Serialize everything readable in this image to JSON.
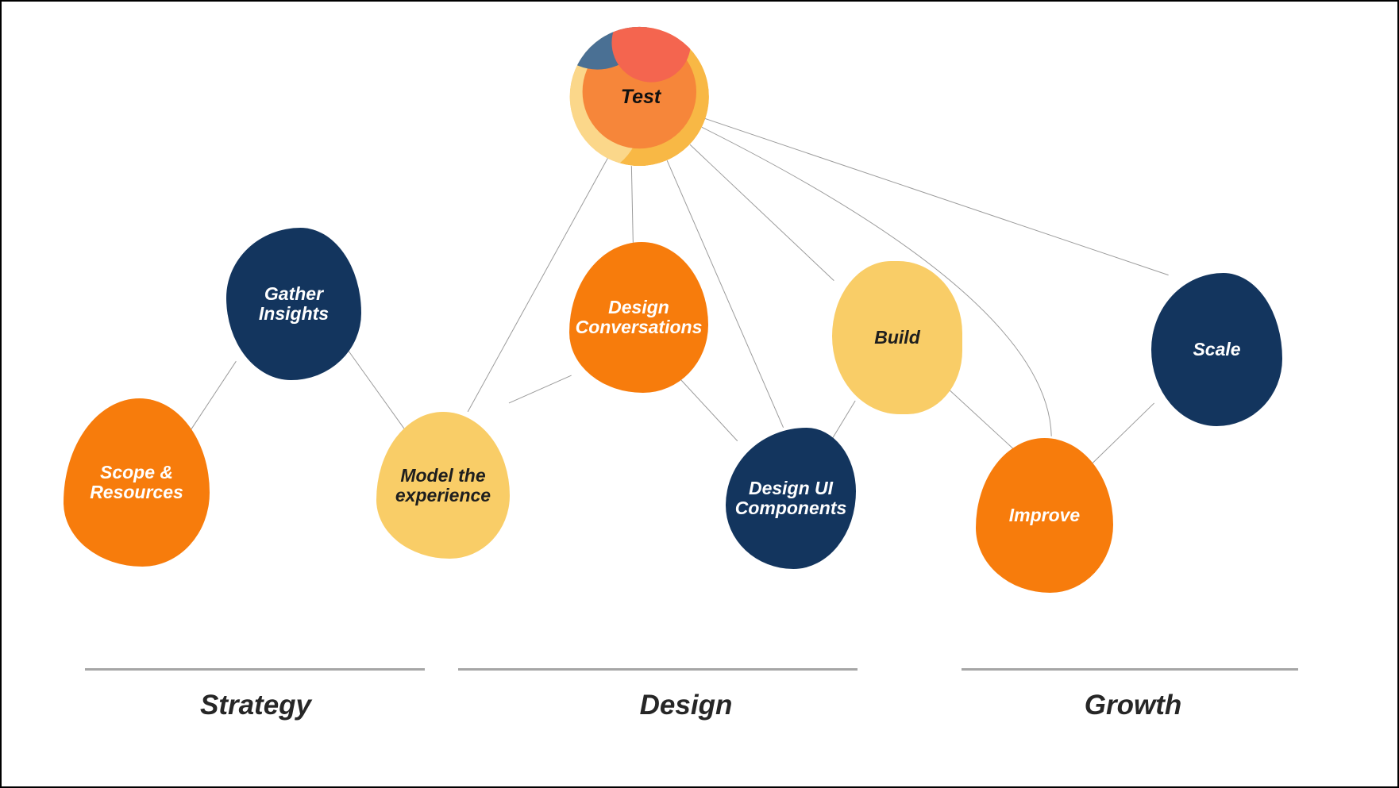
{
  "title": "Product process diagram",
  "colors": {
    "navy": "#13355E",
    "orange": "#F77C0C",
    "yellow": "#F9CD67",
    "sphere_amber": "#F8B845",
    "sphere_cream": "#FDE8B5",
    "sphere_pale_yellow": "#FBD78A",
    "sphere_orange": "#F6863A",
    "sphere_steel_blue": "#4A7094",
    "sphere_coral": "#F4654F",
    "connector_gray": "#9B9B9B",
    "rule_gray": "#A6A6A6",
    "section_label_dark": "#262626"
  },
  "test_node": {
    "label": "Test",
    "color_key": "multi (amber/orange/coral/steel-blue/yellow sphere)"
  },
  "nodes": {
    "scope": {
      "label": "Scope &\nResources",
      "color_key": "orange"
    },
    "gather": {
      "label": "Gather\nInsights",
      "color_key": "navy"
    },
    "model": {
      "label": "Model the\nexperience",
      "color_key": "yellow"
    },
    "convo": {
      "label": "Design\nConversations",
      "color_key": "orange"
    },
    "designui": {
      "label": "Design UI\nComponents",
      "color_key": "navy"
    },
    "build": {
      "label": "Build",
      "color_key": "yellow"
    },
    "improve": {
      "label": "Improve",
      "color_key": "orange"
    },
    "scale": {
      "label": "Scale",
      "color_key": "navy"
    }
  },
  "connections": [
    [
      "scope",
      "gather"
    ],
    [
      "gather",
      "model"
    ],
    [
      "model",
      "test"
    ],
    [
      "model",
      "convo"
    ],
    [
      "test",
      "convo"
    ],
    [
      "convo",
      "designui"
    ],
    [
      "test",
      "designui"
    ],
    [
      "test",
      "build"
    ],
    [
      "build",
      "designui"
    ],
    [
      "build",
      "improve"
    ],
    [
      "test",
      "improve"
    ],
    [
      "test",
      "scale"
    ],
    [
      "improve",
      "scale"
    ]
  ],
  "sections": {
    "strategy": {
      "label": "Strategy"
    },
    "design": {
      "label": "Design"
    },
    "growth": {
      "label": "Growth"
    }
  }
}
